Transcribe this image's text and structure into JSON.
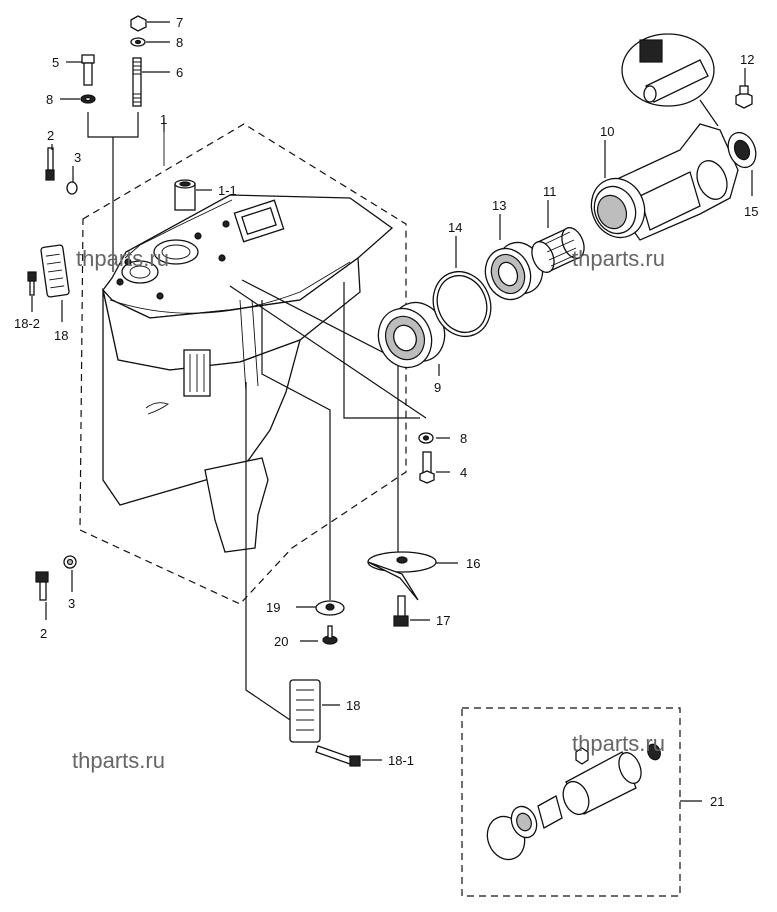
{
  "watermarks": [
    "thparts.ru",
    "thparts.ru",
    "thparts.ru",
    "thparts.ru"
  ],
  "labels": {
    "p1": "1",
    "p1_1": "1-1",
    "p2a": "2",
    "p2b": "2",
    "p3a": "3",
    "p3b": "3",
    "p4": "4",
    "p5": "5",
    "p6": "6",
    "p7": "7",
    "p8a": "8",
    "p8b": "8",
    "p8c": "8",
    "p9": "9",
    "p10": "10",
    "p11": "11",
    "p12": "12",
    "p13": "13",
    "p14": "14",
    "p15": "15",
    "p16": "16",
    "p17": "17",
    "p18a": "18",
    "p18b": "18",
    "p18_1": "18-1",
    "p18_2": "18-2",
    "p19": "19",
    "p20": "20",
    "p21": "21"
  }
}
